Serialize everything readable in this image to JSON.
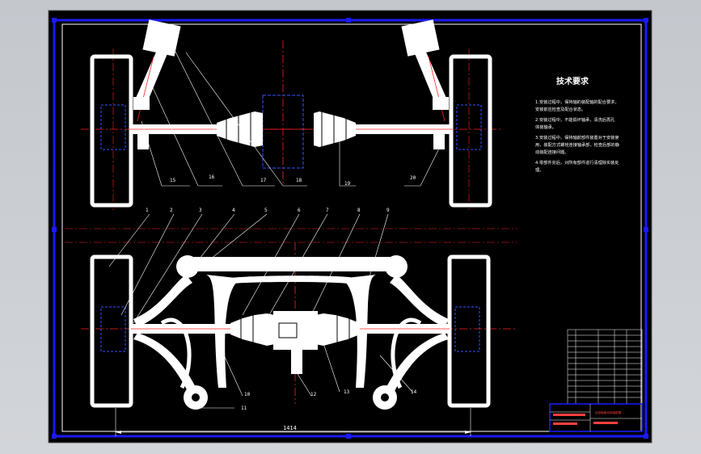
{
  "drawing": {
    "tech_title": "技术要求",
    "tech_lines": [
      "1.安装过程中，保持轴的装配轴的配合要求，",
      "  安装前应检查及配合状态。",
      "2.安装过程中，不能损坏轴承，清洗后再孔",
      "  体装轴承。",
      "3.安装过程中，保持轴前部件装置对于安装使",
      "  用，装配方式螺栓连接轴承部，检查后部的静",
      "  动装配连接问题。",
      "4.零部件完后，对所有部件进行清理除实装处",
      "  理。"
    ],
    "top_callouts": [
      "15",
      "16",
      "17",
      "18",
      "19",
      "20"
    ],
    "bottom_callouts_top": [
      "1",
      "2",
      "3",
      "4",
      "5",
      "6",
      "7",
      "8",
      "9"
    ],
    "bottom_callouts_bottom": [
      "10",
      "11",
      "12",
      "13",
      "14"
    ],
    "dimension": "1414",
    "title_block_name": "后双轴驱动桥装配图",
    "colors": {
      "background": "#000000",
      "frame": "#1a1aff",
      "part": "#ffffff",
      "centerline": "#ff2020",
      "leader": "#ffffff",
      "hidden": "#3355ff"
    }
  }
}
